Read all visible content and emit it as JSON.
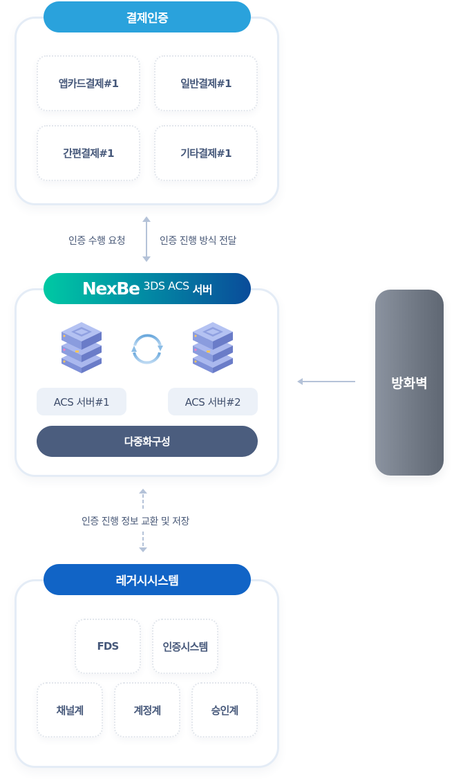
{
  "payment_auth": {
    "title": "결제인증",
    "items": [
      "앱카드결제#1",
      "일반결제#1",
      "간편결제#1",
      "기타결제#1"
    ]
  },
  "flow_top": {
    "left_label": "인증 수행 요청",
    "right_label": "인증 진행 방식 전달"
  },
  "acs": {
    "brand": "NexBe",
    "subtitle": "3DS ACS",
    "title_kr": "서버",
    "servers": [
      "ACS 서버#1",
      "ACS 서버#2"
    ],
    "multiplex_label": "다중화구성"
  },
  "firewall": {
    "label": "방화벽"
  },
  "flow_bottom": {
    "label": "인증 진행 정보 교환 및 저장"
  },
  "legacy": {
    "title": "레거시시스템",
    "top_items": [
      "FDS",
      "인증시스템"
    ],
    "bottom_items": [
      "채널계",
      "계정계",
      "승인계"
    ]
  },
  "colors": {
    "payment_pill": "#2aa2dc",
    "legacy_pill": "#1164c6",
    "nexbe_gradient_start": "#00c9a3",
    "nexbe_gradient_end": "#0a4c9a",
    "multiplex_bar": "#4b5d7e",
    "firewall": "#747c88",
    "arrow": "#b4c2d8"
  }
}
